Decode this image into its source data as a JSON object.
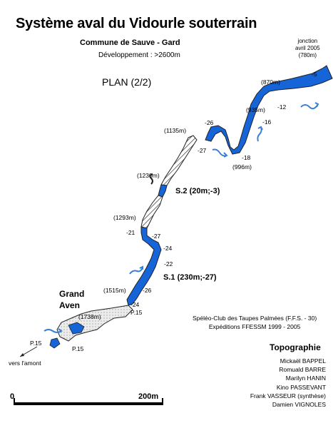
{
  "header": {
    "title": "Système aval du Vidourle souterrain",
    "commune": "Commune de Sauve - Gard",
    "development": "Développement : >2600m",
    "plan": "PLAN (2/2)"
  },
  "junction": {
    "line1": "jonction",
    "line2": "avril 2005",
    "line3": "(780m)"
  },
  "distance_labels": {
    "d780": "-5",
    "d870": "(870m)",
    "m12": "-12",
    "d935": "(935m)",
    "m16": "-16",
    "m18": "-18",
    "d996": "(996m)",
    "m26a": "-26",
    "d1135": "(1135m)",
    "m27a": "-27",
    "d1230": "(1230m)",
    "d1293": "(1293m)",
    "m21": "-21",
    "m27b": "-27",
    "m24a": "-24",
    "m22": "-22",
    "d1515": "(1515m)",
    "m26b": "-26",
    "m24b": "-24",
    "p15a": "P.15",
    "d1738": "(1738m)",
    "p15b": "P.15",
    "p15c": "P.15",
    "amont": "vers l'amont"
  },
  "sumps": {
    "s2": "S.2 (20m;-3)",
    "s1": "S.1 (230m;-27)"
  },
  "grand_aven": {
    "line1": "Grand",
    "line2": "Aven"
  },
  "credits": {
    "line1": "Spéléo-Club des Taupes Palmées (F.F.S. - 30)",
    "line2": "Expéditions FFESSM 1999 - 2005"
  },
  "topography": {
    "title": "Topographie",
    "names": [
      "Mickaël BAPPEL",
      "Romuald BARRE",
      "Marilyn HANIN",
      "Kino PASSEVANT",
      "Frank VASSEUR (synthèse)",
      "Damien VIGNOLES"
    ]
  },
  "scale": {
    "start": "0",
    "end": "200m"
  },
  "colors": {
    "water": "#1565d8",
    "flow_arrow": "#3a7fd6",
    "outline": "#222222"
  }
}
